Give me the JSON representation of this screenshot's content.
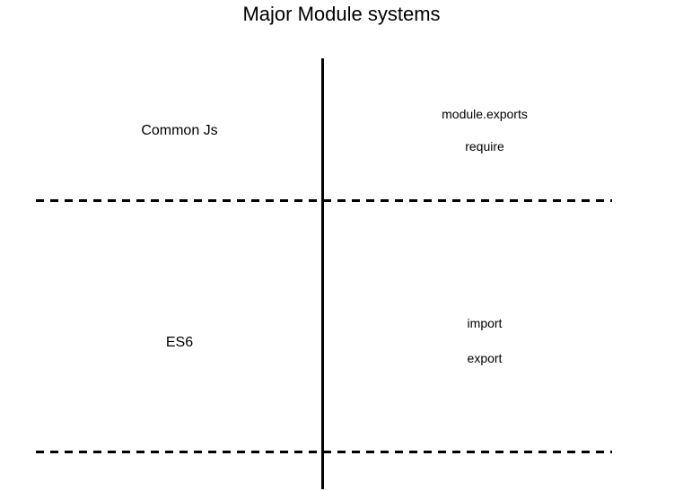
{
  "title": "Major Module systems",
  "rows": [
    {
      "system": "Common Js",
      "keywords": [
        "module.exports",
        "require"
      ]
    },
    {
      "system": "ES6",
      "keywords": [
        "import",
        "export"
      ]
    }
  ]
}
